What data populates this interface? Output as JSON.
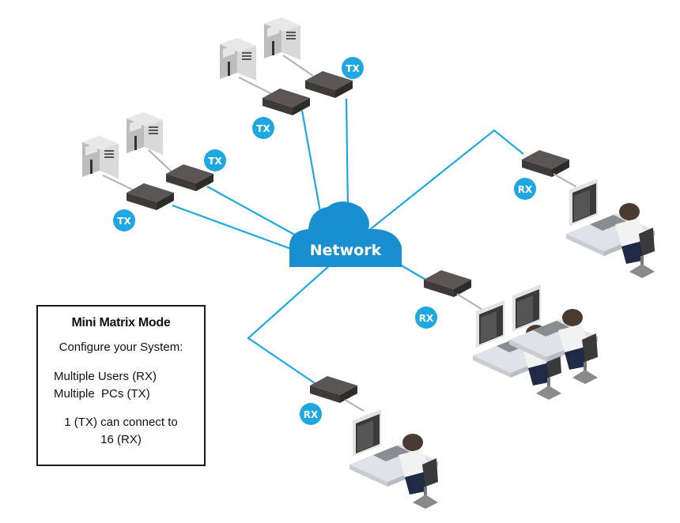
{
  "diagram": {
    "cloud": {
      "label": "Network",
      "color": "#1a8fd0"
    },
    "link_color": "#1ea7e1",
    "badge_color": "#1ea7e1",
    "transmitters": [
      {
        "id": "tx1",
        "label": "TX"
      },
      {
        "id": "tx2",
        "label": "TX"
      },
      {
        "id": "tx3",
        "label": "TX"
      },
      {
        "id": "tx4",
        "label": "TX"
      }
    ],
    "receivers": [
      {
        "id": "rx1",
        "label": "RX",
        "monitors": 1
      },
      {
        "id": "rx2",
        "label": "RX",
        "monitors": 2
      },
      {
        "id": "rx3",
        "label": "RX",
        "monitors": 1
      }
    ],
    "computers": [
      {
        "id": "pc1",
        "type": "tower-pc"
      },
      {
        "id": "pc2",
        "type": "tower-pc"
      },
      {
        "id": "pc3",
        "type": "tower-pc"
      },
      {
        "id": "pc4",
        "type": "tower-pc"
      }
    ],
    "workstations": [
      {
        "id": "ws1",
        "type": "user-workstation"
      },
      {
        "id": "ws2",
        "type": "user-workstation"
      },
      {
        "id": "ws3",
        "type": "user-workstation"
      }
    ]
  },
  "info_box": {
    "title": "Mini Matrix Mode",
    "subtitle": "Configure your System:",
    "lines": [
      "Multiple Users (RX)",
      "Multiple  PCs (TX)"
    ],
    "note_line1": "1 (TX) can connect to",
    "note_line2": "16 (RX)"
  }
}
